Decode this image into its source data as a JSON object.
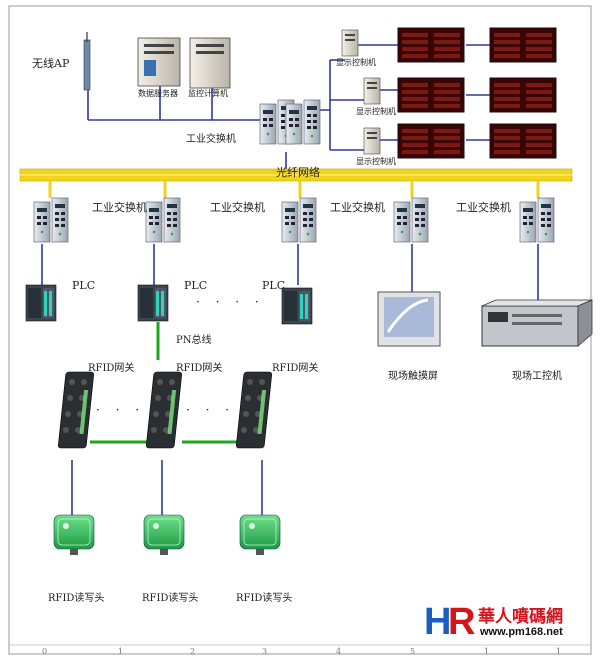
{
  "labels": {
    "wireless_ap": "无线AP",
    "data_server": "数据服务器",
    "monitor_pc": "监控计算机",
    "core_switch": "工业交换机",
    "display_ctrl": "显示控制机",
    "fiber_network": "光纤网络",
    "switch": "工业交换机",
    "plc": "PLC",
    "pn_bus": "PN总线",
    "rfid_gateway": "RFID网关",
    "touch_screen": "现场触摸屏",
    "ipc": "现场工控机",
    "rfid_head": "RFID读写头",
    "dots": "· · · ·",
    "dots3": "· · ·"
  },
  "watermark": {
    "brand": "華人噴碼網",
    "url": "www.pm168.net",
    "logo": "HR"
  },
  "ruler": [
    "0",
    "1",
    "2",
    "3",
    "4",
    "5",
    "1",
    "1"
  ],
  "colors": {
    "fiber": "#f1d31a",
    "pn_green": "#1ea51e",
    "wire": "#303a99",
    "led_panel": "#5a0707",
    "switch_body": "#c9d3dc",
    "plc_body": "#2f3a42",
    "reader_green": "#35c05a",
    "logo_blue": "#1a5fc0",
    "logo_red": "#d6131b"
  }
}
